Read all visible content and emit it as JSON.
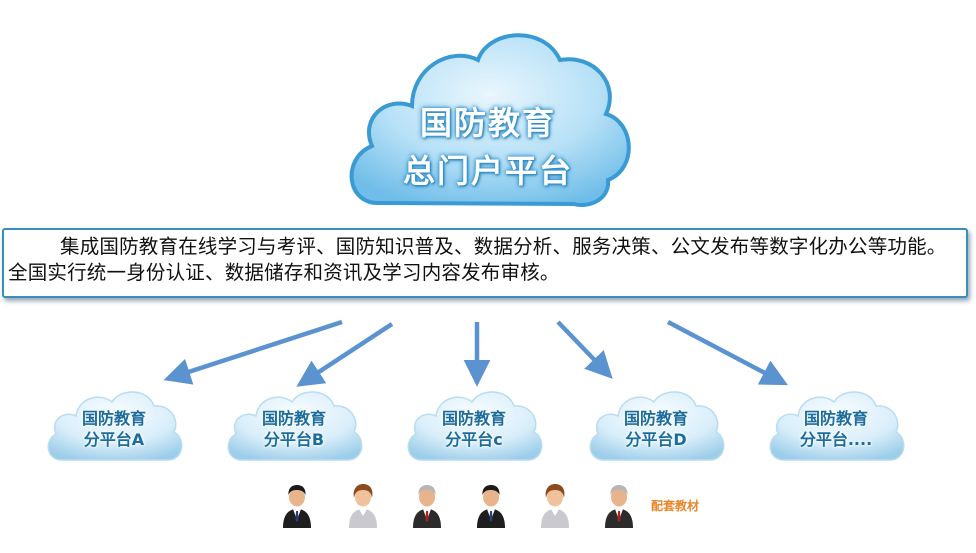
{
  "main_platform": {
    "line1": "国防教育",
    "line2": "总门户平台"
  },
  "description": "集成国防教育在线学习与考评、国防知识普及、数据分析、服务决策、公文发布等数字化办公等功能。全国实行统一身份认证、数据储存和资讯及学习内容发布审核。",
  "sub_platforms": [
    {
      "line1": "国防教育",
      "line2": "分平台A"
    },
    {
      "line1": "国防教育",
      "line2": "分平台B"
    },
    {
      "line1": "国防教育",
      "line2": "分平台c"
    },
    {
      "line1": "国防教育",
      "line2": "分平台D"
    },
    {
      "line1": "国防教育",
      "line2": "分平台...."
    }
  ],
  "footer": {
    "materials_label": "配套教材"
  },
  "colors": {
    "cloud_main": "#9fd4f2",
    "cloud_border": "#4aa6d8",
    "arrow": "#5a93cf",
    "materials": "#e8852b"
  },
  "icons": [
    "cloud-icon",
    "arrow-icon",
    "person-icon"
  ]
}
